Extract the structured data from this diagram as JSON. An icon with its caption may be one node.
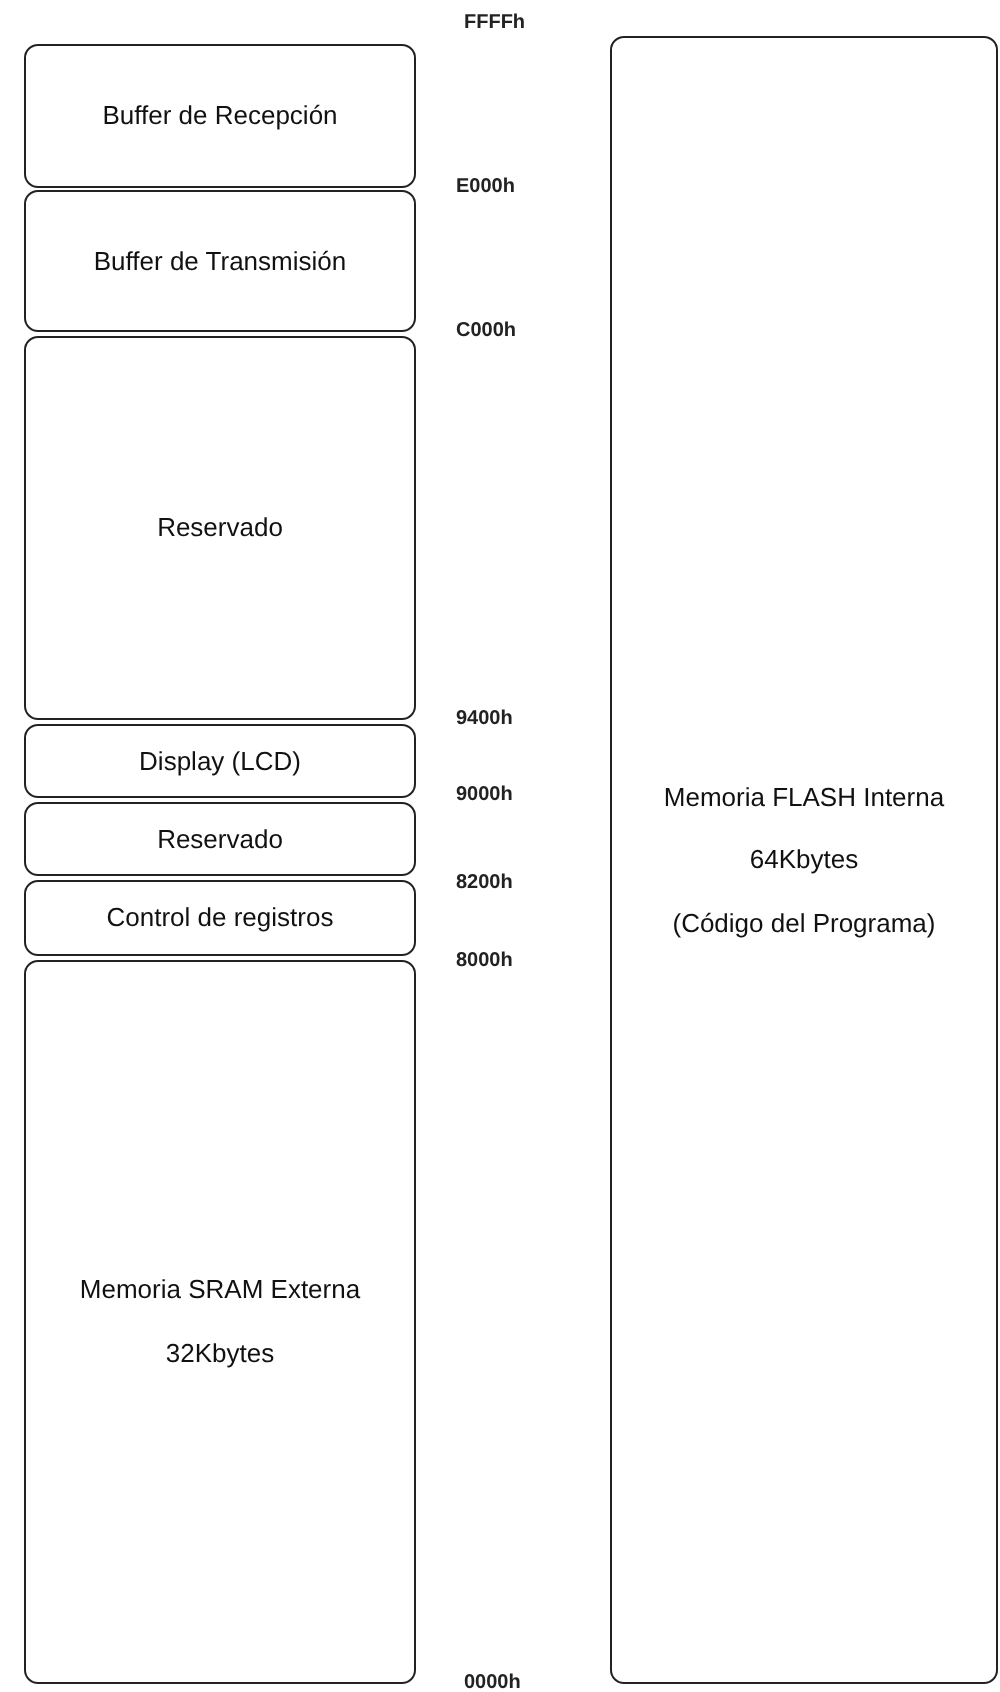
{
  "diagram": {
    "nodes": [
      {
        "text": [
          "Buffer de Recepción"
        ]
      },
      {
        "text": [
          "Buffer de Transmisión"
        ]
      },
      {
        "text": [
          "Reservado"
        ]
      },
      {
        "text": [
          "Display (LCD)"
        ]
      },
      {
        "text": [
          "Reservado"
        ]
      },
      {
        "text": [
          "Control de registros"
        ]
      },
      {
        "text": [
          "Memoria SRAM Externa",
          "32Kbytes"
        ]
      },
      {
        "text": [
          "Memoria FLASH Interna",
          "64Kbytes",
          "(Código del Programa)"
        ]
      }
    ],
    "labels": [
      "FFFFh",
      "E000h",
      "C000h",
      "9400h",
      "9000h",
      "8200h",
      "8000h",
      "0000h"
    ]
  }
}
